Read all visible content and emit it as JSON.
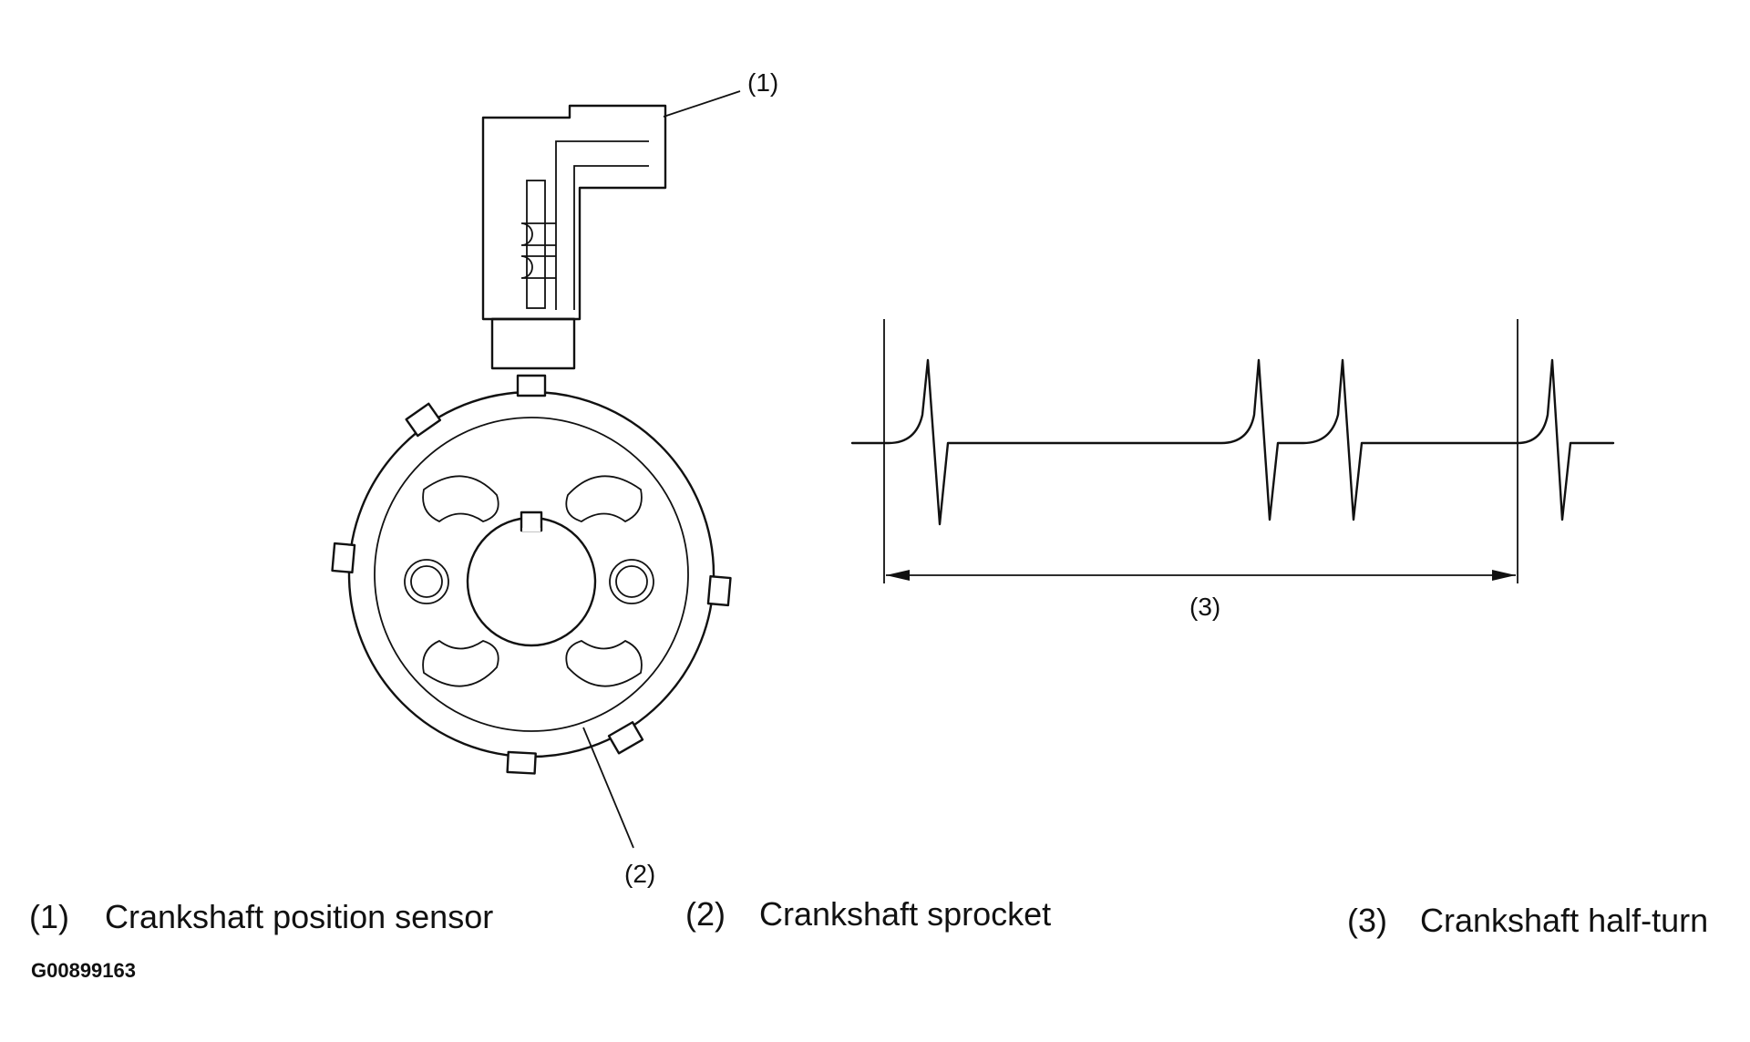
{
  "callouts": {
    "sensor": "(1)",
    "sprocket": "(2)",
    "half_turn": "(3)"
  },
  "legend": [
    {
      "number": "(1)",
      "text": "Crankshaft position sensor"
    },
    {
      "number": "(2)",
      "text": "Crankshaft sprocket"
    },
    {
      "number": "(3)",
      "text": "Crankshaft half-turn"
    }
  ],
  "figure_code": "G00899163",
  "colors": {
    "line": "#111111",
    "background": "#ffffff"
  }
}
